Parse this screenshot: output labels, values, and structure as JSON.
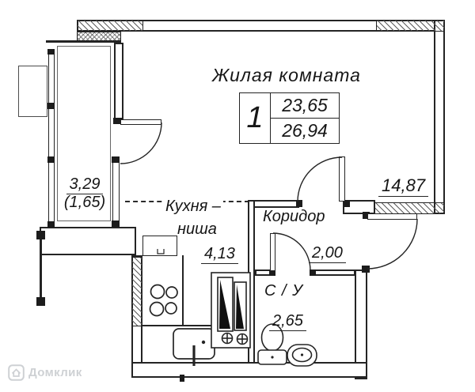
{
  "colors": {
    "line": "#242424",
    "hatch": "#5d5d5d",
    "watermark": "#c3c6ca"
  },
  "living_room": {
    "name": "Жилая комната",
    "area": "14,87"
  },
  "info_table": {
    "rooms": "1",
    "value_top": "23,65",
    "value_bottom": "26,94"
  },
  "balcony": {
    "value_top": "3,29",
    "value_bottom": "(1,65)"
  },
  "kitchen": {
    "name_line1": "Кухня –",
    "name_line2": "ниша",
    "area": "4,13"
  },
  "corridor": {
    "name": "Коридор",
    "area": "2,00"
  },
  "bathroom": {
    "name": "С / У",
    "area": "2,65"
  },
  "watermark": {
    "text": "Домклик"
  }
}
